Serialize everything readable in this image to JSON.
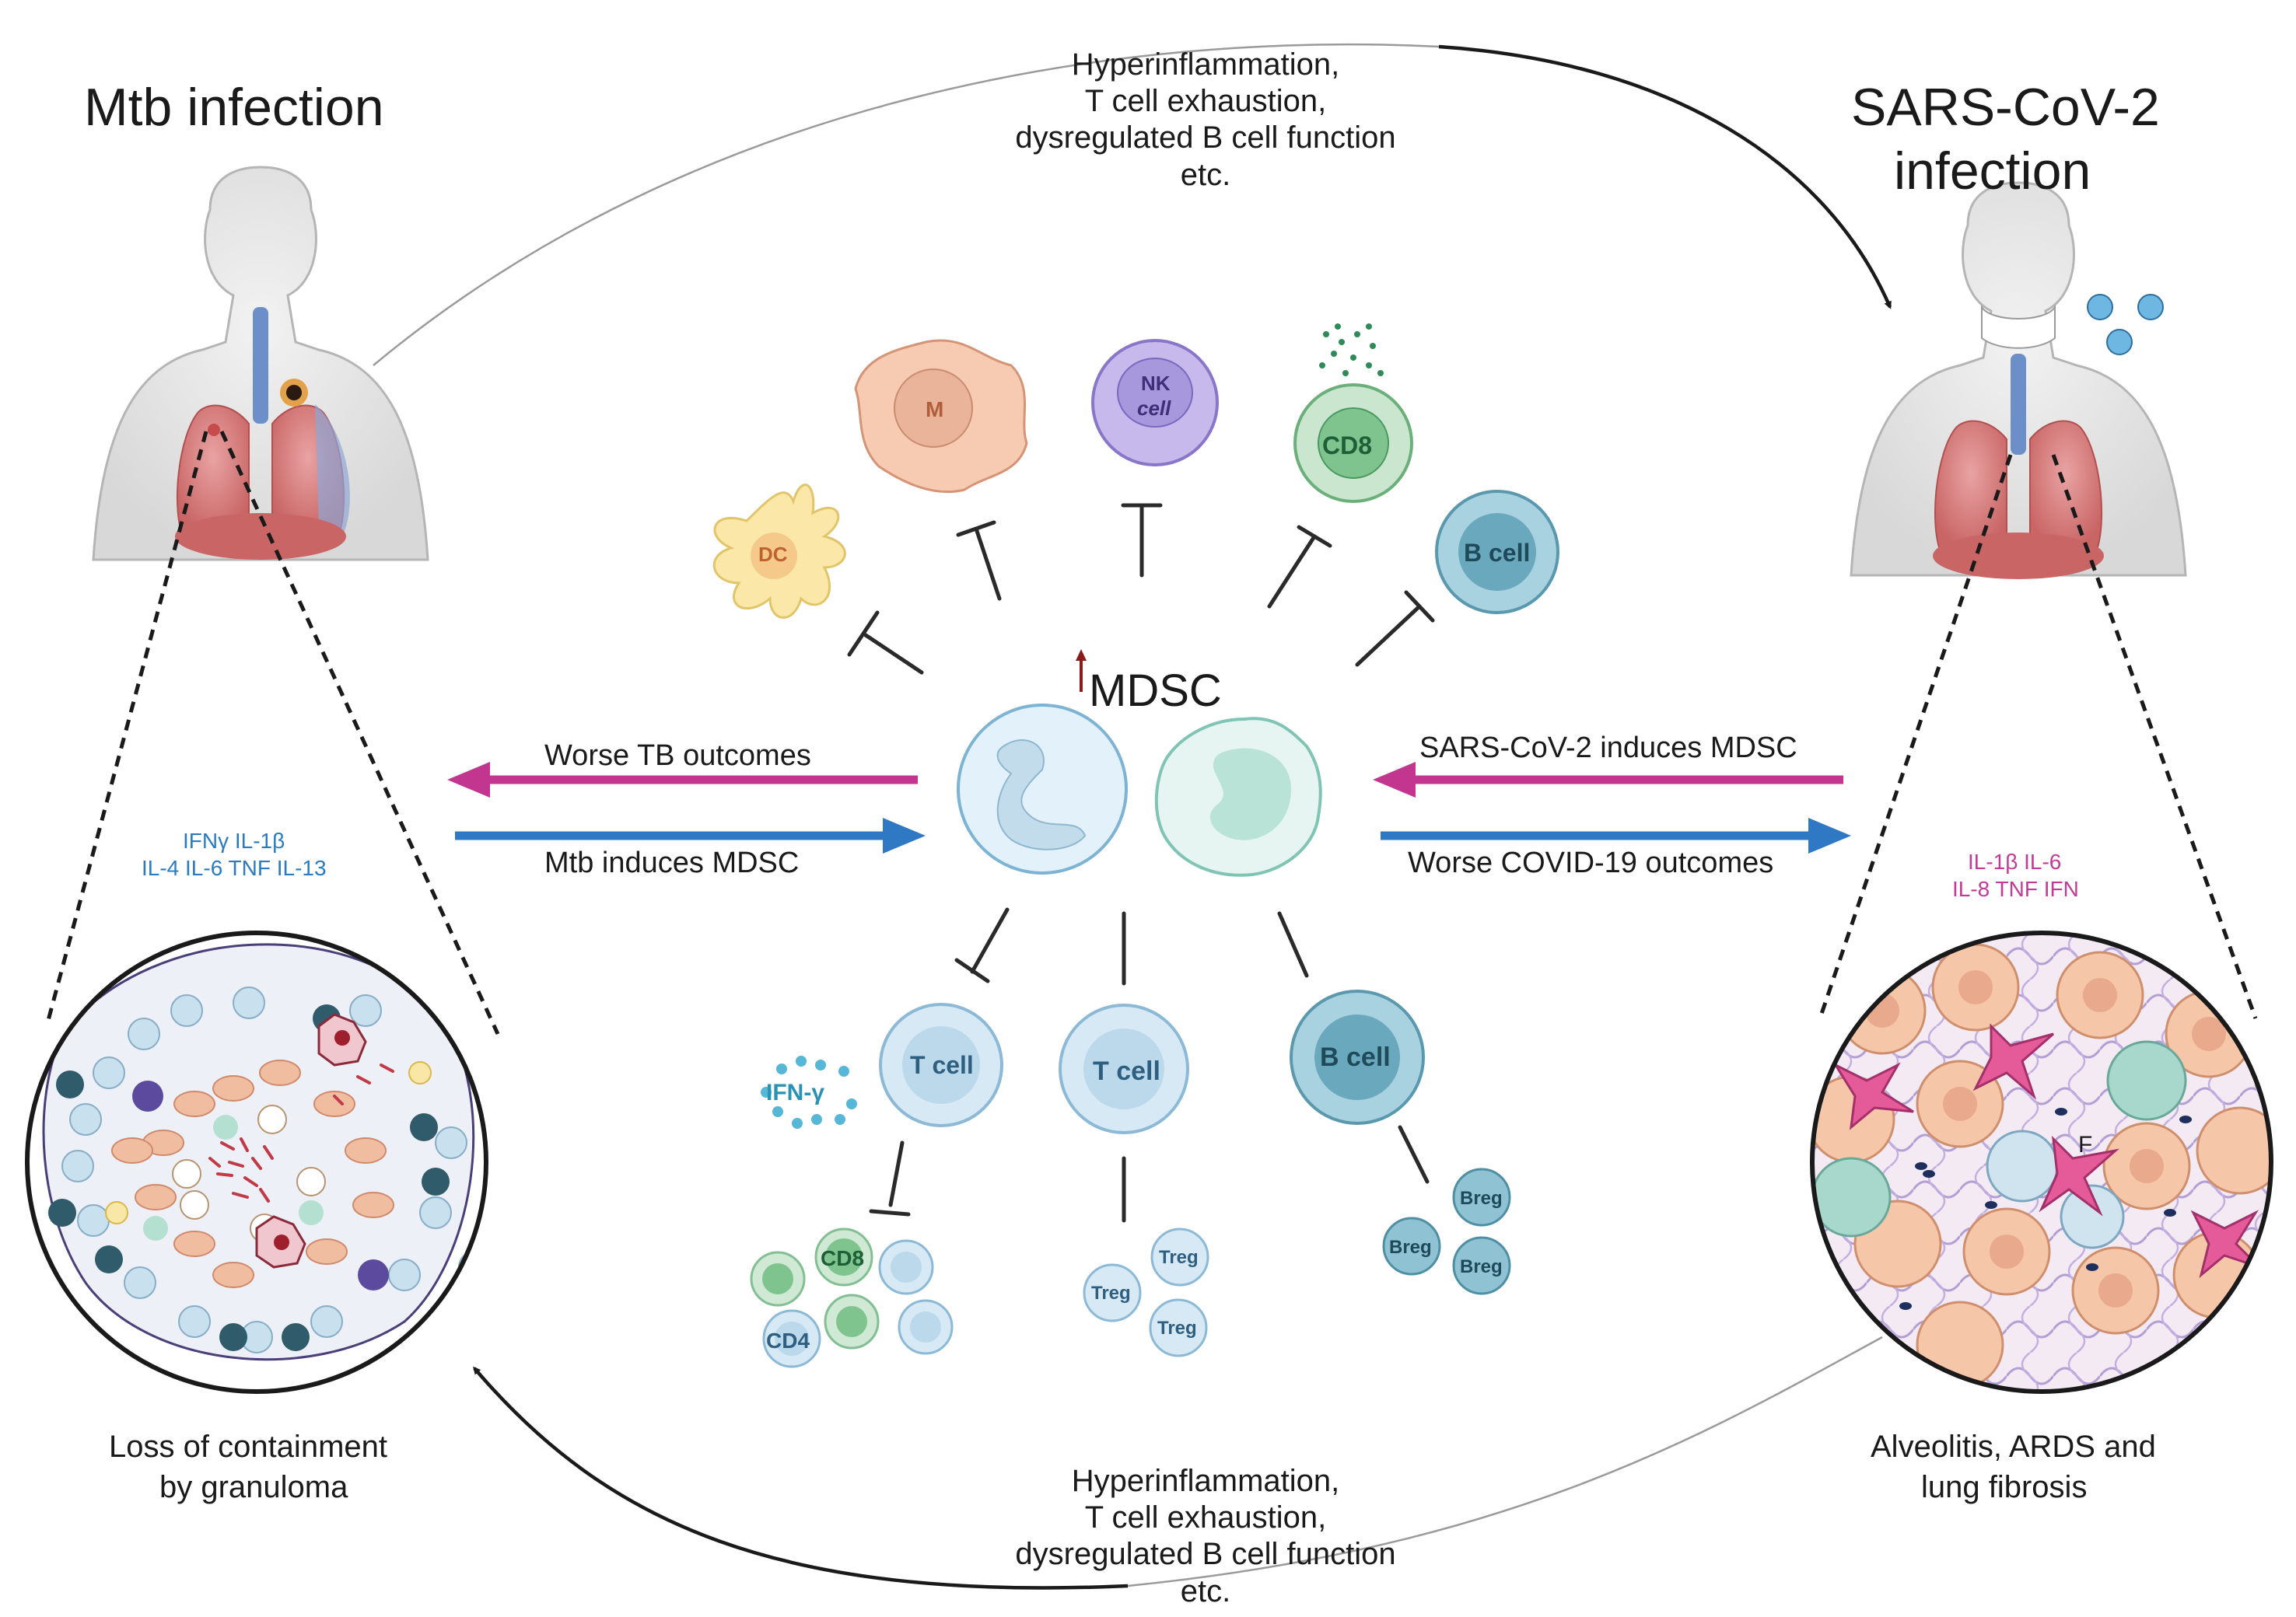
{
  "left": {
    "title": "Mtb infection",
    "cytokines_line1": "IFNγ  IL-1β",
    "cytokines_line2": "IL-4 IL-6  TNF   IL-13",
    "caption_line1": "Loss of containment",
    "caption_line2": "by granuloma"
  },
  "right": {
    "title_line1": "SARS-CoV-2",
    "title_line2": "infection",
    "cytokines_line1": "IL-1β   IL-6",
    "cytokines_line2": "IL-8  TNF   IFN",
    "caption_line1": "Alveolitis, ARDS and",
    "caption_line2": "lung fibrosis",
    "fibroblast_label": "F"
  },
  "top_note": [
    "Hyperinflammation,",
    "T cell exhaustion,",
    "dysregulated B cell function",
    "etc."
  ],
  "bottom_note": [
    "Hyperinflammation,",
    "T cell exhaustion,",
    "dysregulated B cell function",
    "etc."
  ],
  "center": {
    "mdsc_label": "MDSC",
    "arrows": {
      "worse_tb": "Worse TB outcomes",
      "mtb_induces": "Mtb induces MDSC",
      "sars_induces": "SARS-CoV-2 induces MDSC",
      "worse_covid": "Worse COVID-19 outcomes"
    }
  },
  "cells": {
    "dc": "DC",
    "macrophage": "M",
    "nk_line1": "NK",
    "nk_line2": "cell",
    "cd8": "CD8",
    "b_cell_top": "B cell",
    "t_cell_left": "T cell",
    "t_cell_mid": "T cell",
    "b_cell_bottom": "B cell",
    "ifn_gamma": "IFN-γ",
    "cd8_small": "CD8",
    "cd4_small": "CD4",
    "treg": "Treg",
    "breg": "Breg"
  },
  "colors": {
    "magenta_arrow": "#c2368f",
    "blue_arrow": "#2f79c4",
    "mdsc_up_arrow": "#8b1a1a"
  }
}
